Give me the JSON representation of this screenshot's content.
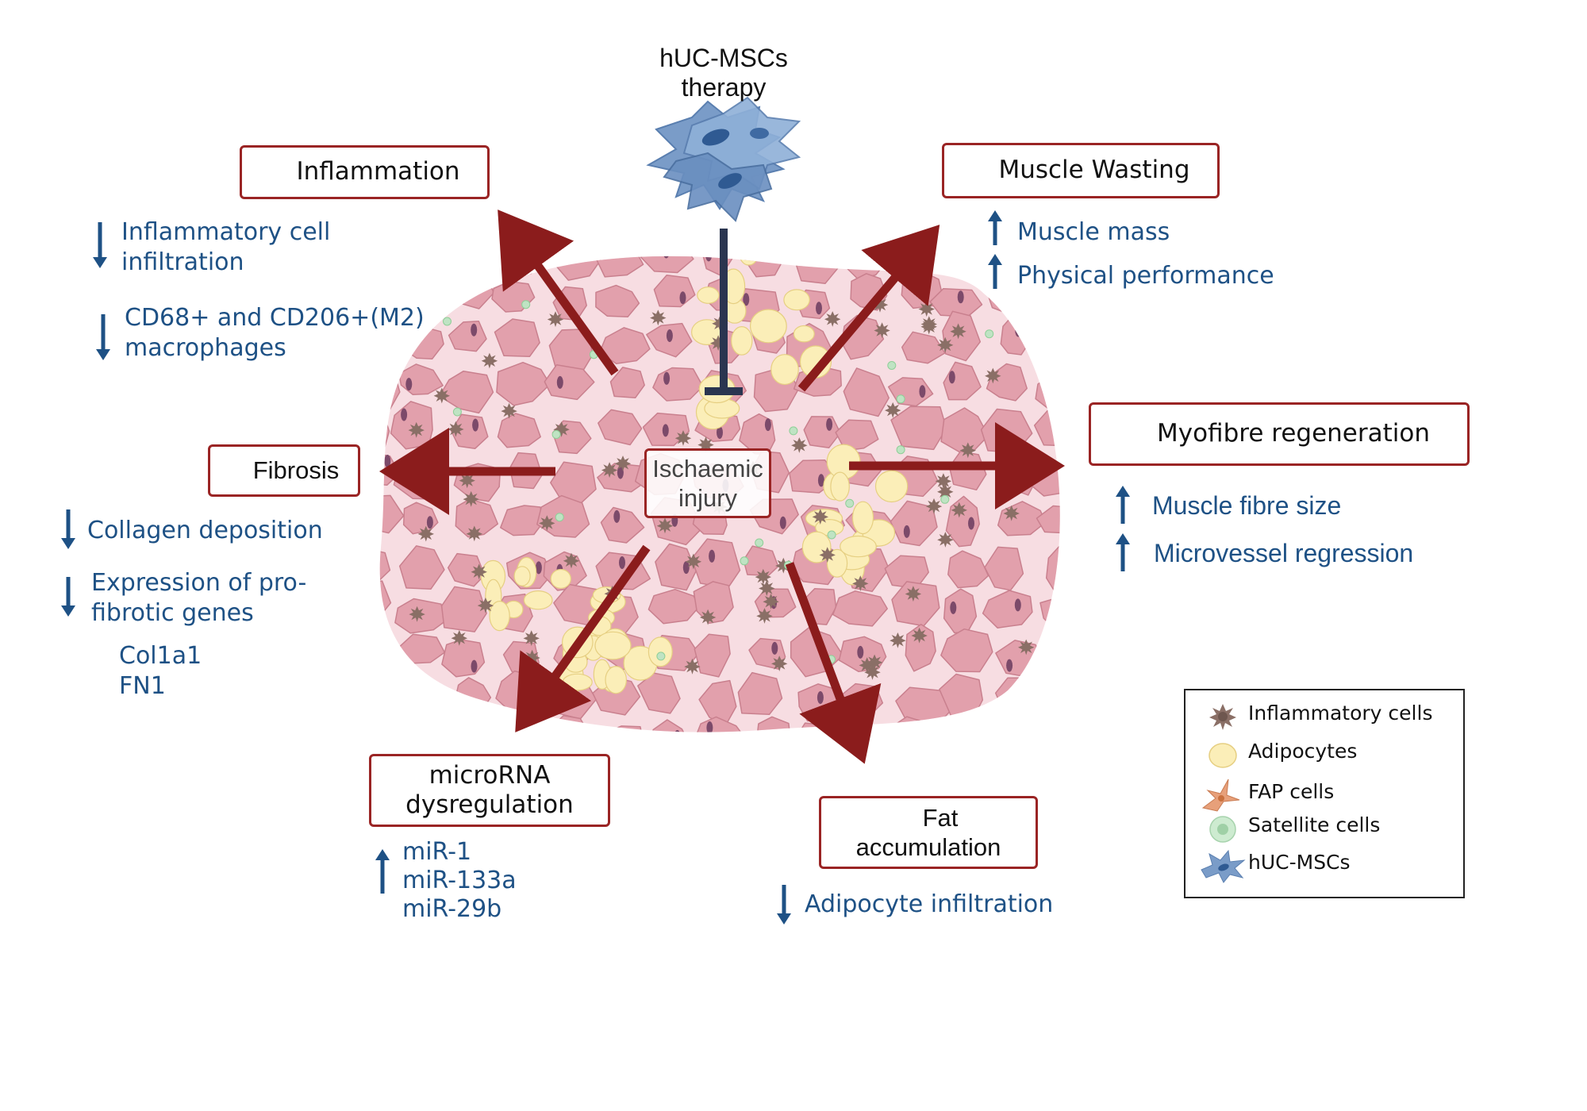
{
  "therapy": {
    "line1": "hUC-MSCs",
    "line2": "therapy"
  },
  "center_label": {
    "line1": "Ischaemic",
    "line2": "injury"
  },
  "effects": {
    "inflammation": {
      "title": "Inflammation",
      "trend": "up",
      "items": [
        {
          "trend": "down",
          "line1": "Inflammatory cell",
          "line2": "infiltration"
        },
        {
          "trend": "down",
          "line1": "CD68+ and CD206+(M2)",
          "line2": "macrophages"
        }
      ]
    },
    "muscle_wasting": {
      "title": "Muscle Wasting",
      "trend": "up",
      "items": [
        {
          "trend": "up",
          "text": "Muscle mass"
        },
        {
          "trend": "up",
          "text": "Physical performance"
        }
      ]
    },
    "fibrosis": {
      "title": "Fibrosis",
      "trend": "up",
      "items": [
        {
          "trend": "down",
          "text": "Collagen deposition"
        },
        {
          "trend": "down",
          "line1": "Expression of pro-",
          "line2": "fibrotic genes"
        }
      ],
      "genes": [
        "Col1a1",
        "FN1"
      ]
    },
    "myofibre_regeneration": {
      "title": "Myofibre regeneration",
      "trend": "down",
      "items": [
        {
          "trend": "up",
          "text": "Muscle fibre size"
        },
        {
          "trend": "up",
          "text": "Microvessel regression"
        }
      ]
    },
    "microrna": {
      "title_line1": "microRNA",
      "title_line2": "dysregulation",
      "trend": "up",
      "items": [
        "miR-1",
        "miR-133a",
        "miR-29b"
      ]
    },
    "fat": {
      "title_line1": "Fat",
      "title_line2": "accumulation",
      "trend": "up",
      "items": [
        {
          "trend": "down",
          "text": "Adipocyte infiltration"
        }
      ]
    }
  },
  "legend": {
    "items": [
      {
        "icon": "inflammatory-cell-icon",
        "label": "Inflammatory cells"
      },
      {
        "icon": "adipocyte-icon",
        "label": "Adipocytes"
      },
      {
        "icon": "fap-cell-icon",
        "label": "FAP cells"
      },
      {
        "icon": "satellite-cell-icon",
        "label": "Satellite cells"
      },
      {
        "icon": "huc-msc-icon",
        "label": "hUC-MSCs"
      }
    ]
  },
  "colors": {
    "effect_arrow": "#8b1c1c",
    "increase_arrow": "#c0392b",
    "text_blue": "#1e5185",
    "inhibition": "#2a3550",
    "muscle_fibre": "#e2a0ac",
    "tissue_background": "#f7dde2"
  }
}
